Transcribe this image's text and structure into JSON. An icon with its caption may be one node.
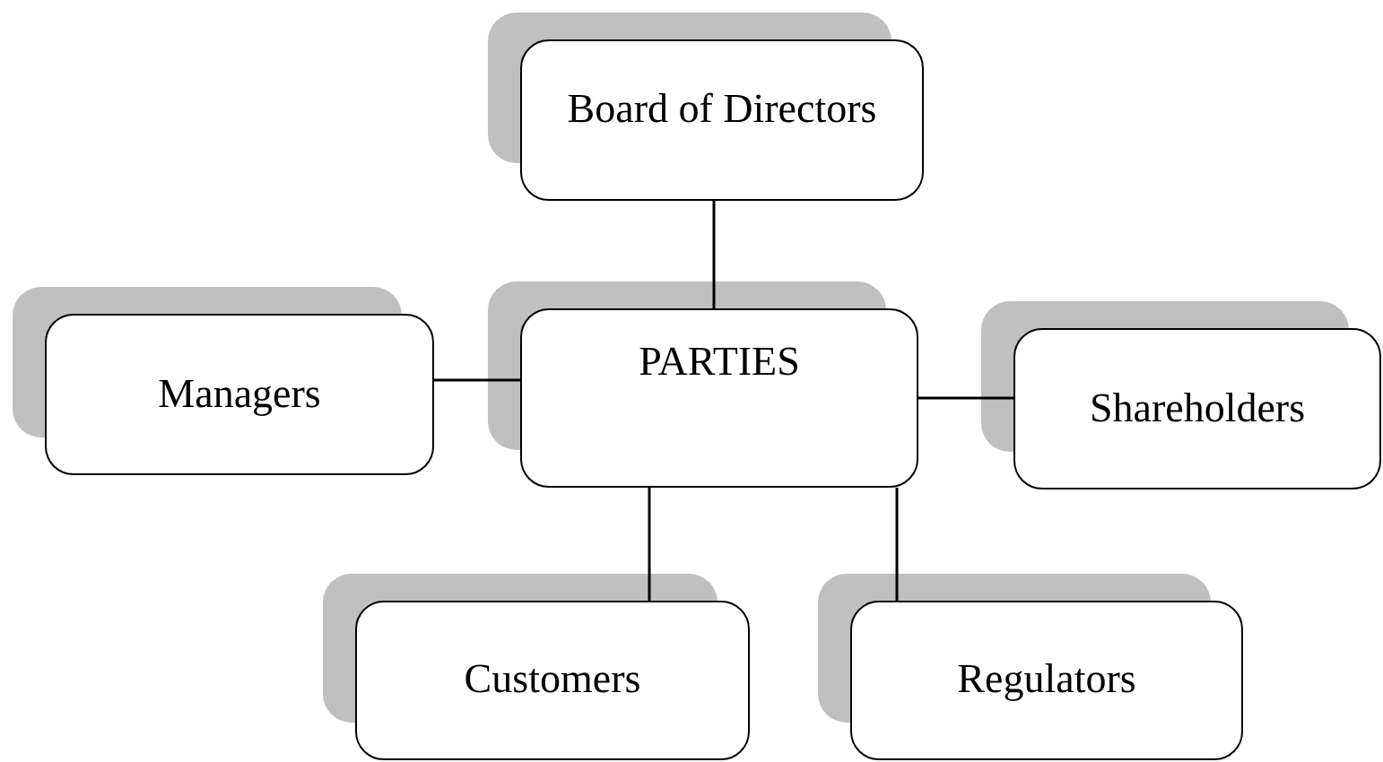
{
  "diagram": {
    "nodes": [
      {
        "text": [
          "Board of Directors"
        ]
      },
      {
        "text": [
          "Managers"
        ]
      },
      {
        "text": [
          "PARTIES"
        ]
      },
      {
        "text": [
          "Shareholders"
        ]
      },
      {
        "text": [
          "Customers"
        ]
      },
      {
        "text": [
          "Regulators"
        ]
      }
    ],
    "edges": [
      {
        "from": 0,
        "to": 2,
        "arrow": "none"
      },
      {
        "from": 1,
        "to": 2,
        "arrow": "none"
      },
      {
        "from": 2,
        "to": 3,
        "arrow": "none"
      },
      {
        "from": 2,
        "to": 4,
        "arrow": "none"
      },
      {
        "from": 2,
        "to": 5,
        "arrow": "none"
      }
    ]
  }
}
